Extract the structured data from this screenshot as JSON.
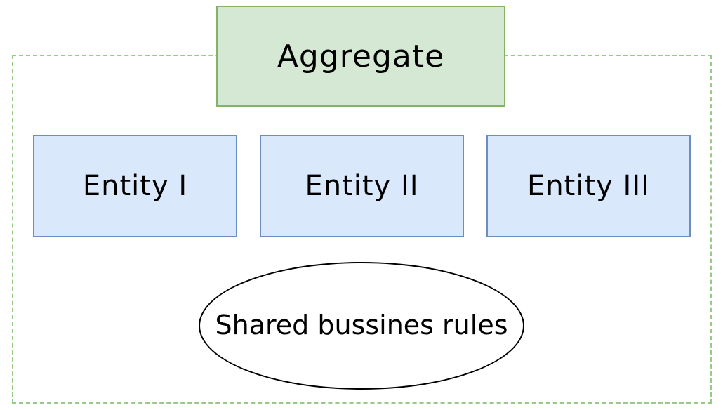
{
  "diagram": {
    "boundary": {
      "name": "aggregate-boundary",
      "border_color": "#97c987",
      "border_style": "dashed"
    },
    "aggregate": {
      "label": "Aggregate",
      "fill_color": "#d5e8d4",
      "border_color": "#82b366"
    },
    "entities": [
      {
        "label": "Entity I",
        "fill_color": "#dae8fc",
        "border_color": "#6c8ebf"
      },
      {
        "label": "Entity II",
        "fill_color": "#dae8fc",
        "border_color": "#6c8ebf"
      },
      {
        "label": "Entity III",
        "fill_color": "#dae8fc",
        "border_color": "#6c8ebf"
      }
    ],
    "shared_rules": {
      "label": "Shared bussines rules",
      "fill_color": "#ffffff",
      "border_color": "#000000"
    }
  }
}
